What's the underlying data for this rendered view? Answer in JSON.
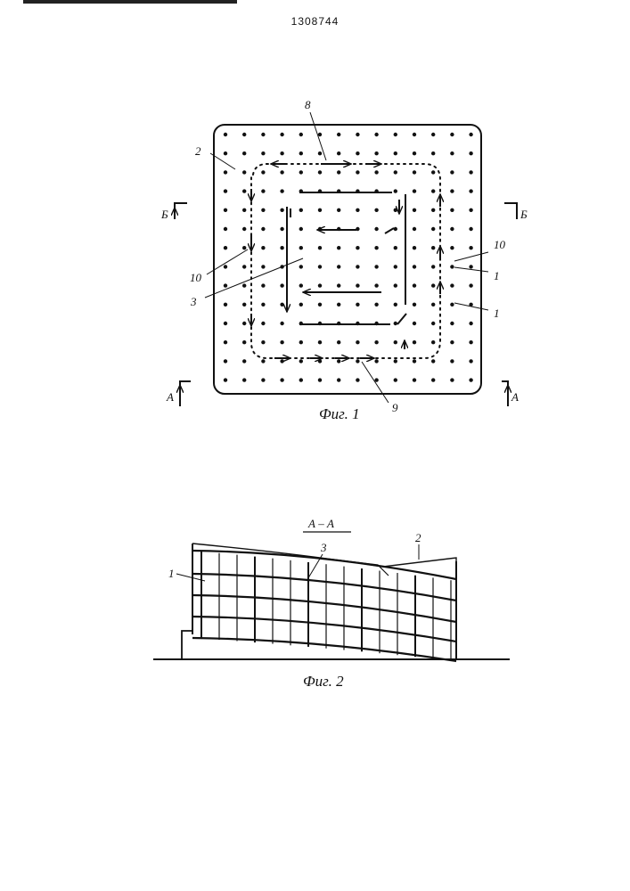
{
  "document": {
    "patent_number": "1308744"
  },
  "figure1": {
    "caption": "Фиг. 1",
    "labels": {
      "n8": "8",
      "n2": "2",
      "n10_left": "10",
      "n3": "3",
      "n10_right": "10",
      "n1_a": "1",
      "n1_b": "1",
      "n9": "9"
    },
    "section_marks": {
      "b_left": "Б",
      "b_right": "Б",
      "a_left": "А",
      "a_right": "А"
    }
  },
  "figure2": {
    "caption": "Фиг. 2",
    "section_title": "А – А",
    "labels": {
      "n1": "1",
      "n2": "2",
      "n3": "3"
    }
  }
}
